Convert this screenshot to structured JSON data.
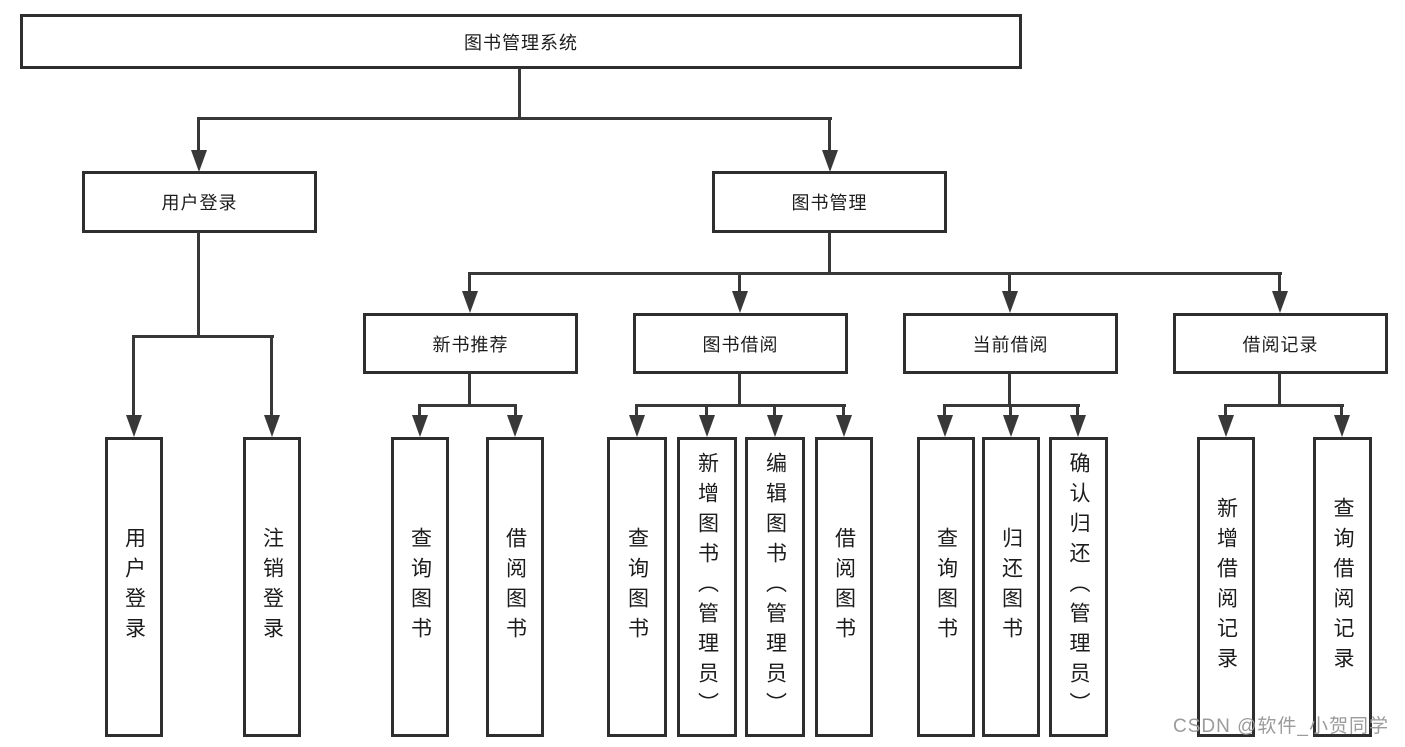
{
  "tree": {
    "root": {
      "label": "图书管理系统"
    },
    "branches": [
      {
        "label": "用户登录",
        "children": [
          "用户登录",
          "注销登录"
        ]
      },
      {
        "label": "图书管理",
        "groups": [
          {
            "label": "新书推荐",
            "children": [
              "查询图书",
              "借阅图书"
            ]
          },
          {
            "label": "图书借阅",
            "children": [
              "查询图书",
              "新增图书（管理员）",
              "编辑图书（管理员）",
              "借阅图书"
            ]
          },
          {
            "label": "当前借阅",
            "children": [
              "查询图书",
              "归还图书",
              "确认归还（管理员）"
            ]
          },
          {
            "label": "借阅记录",
            "children": [
              "新增借阅记录",
              "查询借阅记录"
            ]
          }
        ]
      }
    ]
  },
  "watermark": {
    "text": "CSDN @软件_小贺同学"
  },
  "colors": {
    "line": "#383838",
    "box_border": "#2e2e2e",
    "text": "#1c1c1c",
    "watermark": "#9b9b9b",
    "background": "#ffffff"
  }
}
